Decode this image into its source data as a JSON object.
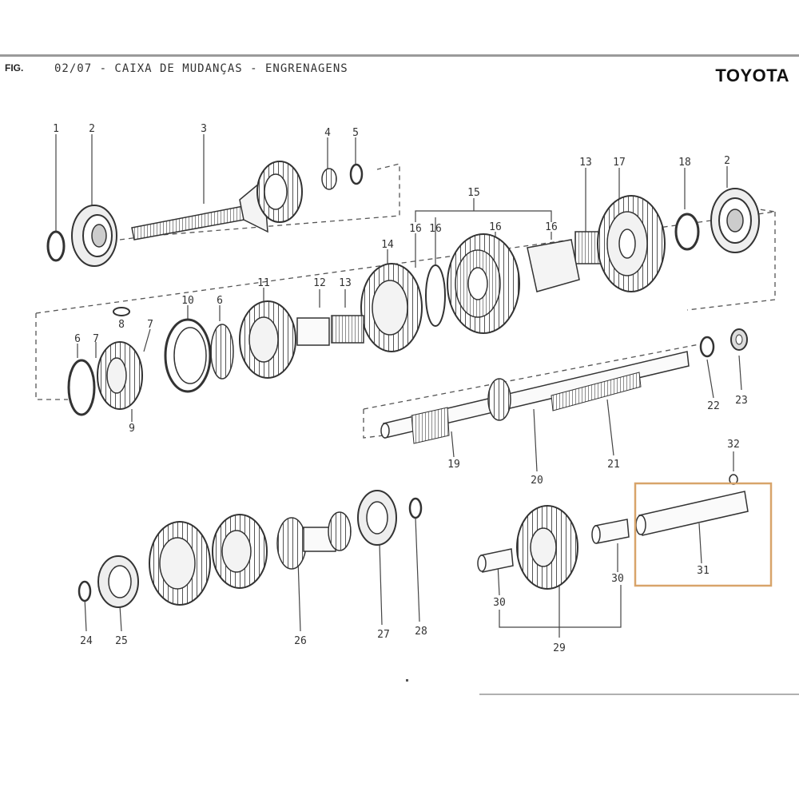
{
  "header": {
    "fig_label": "FIG.",
    "title": "02/07 - CAIXA DE MUDANÇAS - ENGRENAGENS",
    "brand": "TOYOTA"
  },
  "parts": [
    {
      "id": "p1",
      "number": "1"
    },
    {
      "id": "p2a",
      "number": "2"
    },
    {
      "id": "p3",
      "number": "3"
    },
    {
      "id": "p4",
      "number": "4"
    },
    {
      "id": "p5",
      "number": "5"
    },
    {
      "id": "p13a",
      "number": "13"
    },
    {
      "id": "p17",
      "number": "17"
    },
    {
      "id": "p18",
      "number": "18"
    },
    {
      "id": "p2b",
      "number": "2"
    },
    {
      "id": "p15",
      "number": "15"
    },
    {
      "id": "p16a",
      "number": "16"
    },
    {
      "id": "p16b",
      "number": "16"
    },
    {
      "id": "p16c",
      "number": "16"
    },
    {
      "id": "p16d",
      "number": "16"
    },
    {
      "id": "p14",
      "number": "14"
    },
    {
      "id": "p11",
      "number": "11"
    },
    {
      "id": "p12",
      "number": "12"
    },
    {
      "id": "p13b",
      "number": "13"
    },
    {
      "id": "p10",
      "number": "10"
    },
    {
      "id": "p6a",
      "number": "6"
    },
    {
      "id": "p8",
      "number": "8"
    },
    {
      "id": "p6b",
      "number": "6"
    },
    {
      "id": "p7a",
      "number": "7"
    },
    {
      "id": "p7b",
      "number": "7"
    },
    {
      "id": "p9",
      "number": "9"
    },
    {
      "id": "p22",
      "number": "22"
    },
    {
      "id": "p23",
      "number": "23"
    },
    {
      "id": "p19",
      "number": "19"
    },
    {
      "id": "p20",
      "number": "20"
    },
    {
      "id": "p21",
      "number": "21"
    },
    {
      "id": "p32",
      "number": "32"
    },
    {
      "id": "p31",
      "number": "31"
    },
    {
      "id": "p30a",
      "number": "30"
    },
    {
      "id": "p30b",
      "number": "30"
    },
    {
      "id": "p29",
      "number": "29"
    },
    {
      "id": "p24",
      "number": "24"
    },
    {
      "id": "p25",
      "number": "25"
    },
    {
      "id": "p26",
      "number": "26"
    },
    {
      "id": "p27",
      "number": "27"
    },
    {
      "id": "p28",
      "number": "28"
    }
  ],
  "colors": {
    "line": "#444444",
    "highlight_box": "#d8a46a"
  }
}
